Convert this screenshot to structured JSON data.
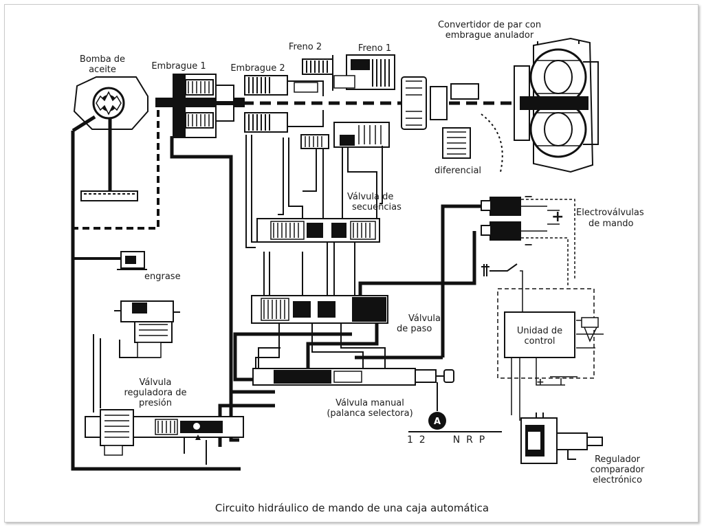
{
  "labels": {
    "bomba_line1": "Bomba de",
    "bomba_line2": "aceite",
    "embrague1": "Embrague 1",
    "embrague2": "Embrague 2",
    "freno2": "Freno 2",
    "freno1": "Freno 1",
    "convertidor_line1": "Convertidor de par con",
    "convertidor_line2": "embrague anulador",
    "diferencial": "diferencial",
    "valvula_secuencias_line1": "Válvula de",
    "valvula_secuencias_line2": "secuencias",
    "electrovalvulas_line1": "Electroválvulas",
    "electrovalvulas_line2": "de mando",
    "engrase": "engrase",
    "valvula_paso_line1": "Válvula",
    "valvula_paso_line2": "de paso",
    "unidad_control_line1": "Unidad de",
    "unidad_control_line2": "control",
    "valvula_reguladora_line1": "Válvula",
    "valvula_reguladora_line2": "reguladora de",
    "valvula_reguladora_line3": "presión",
    "valvula_manual_line1": "Válvula manual",
    "valvula_manual_line2": "(palanca selectora)",
    "selector_badge": "A",
    "selector_positions": "1  2         N  R  P",
    "regulador_line1": "Regulador",
    "regulador_line2": "comparador",
    "regulador_line3": "electrónico",
    "plus_top": "+",
    "minus_top": "−",
    "minus_bottom": "−",
    "plus_bottom": "+"
  },
  "caption": "Circuito hidráulico de mando de una caja automática"
}
